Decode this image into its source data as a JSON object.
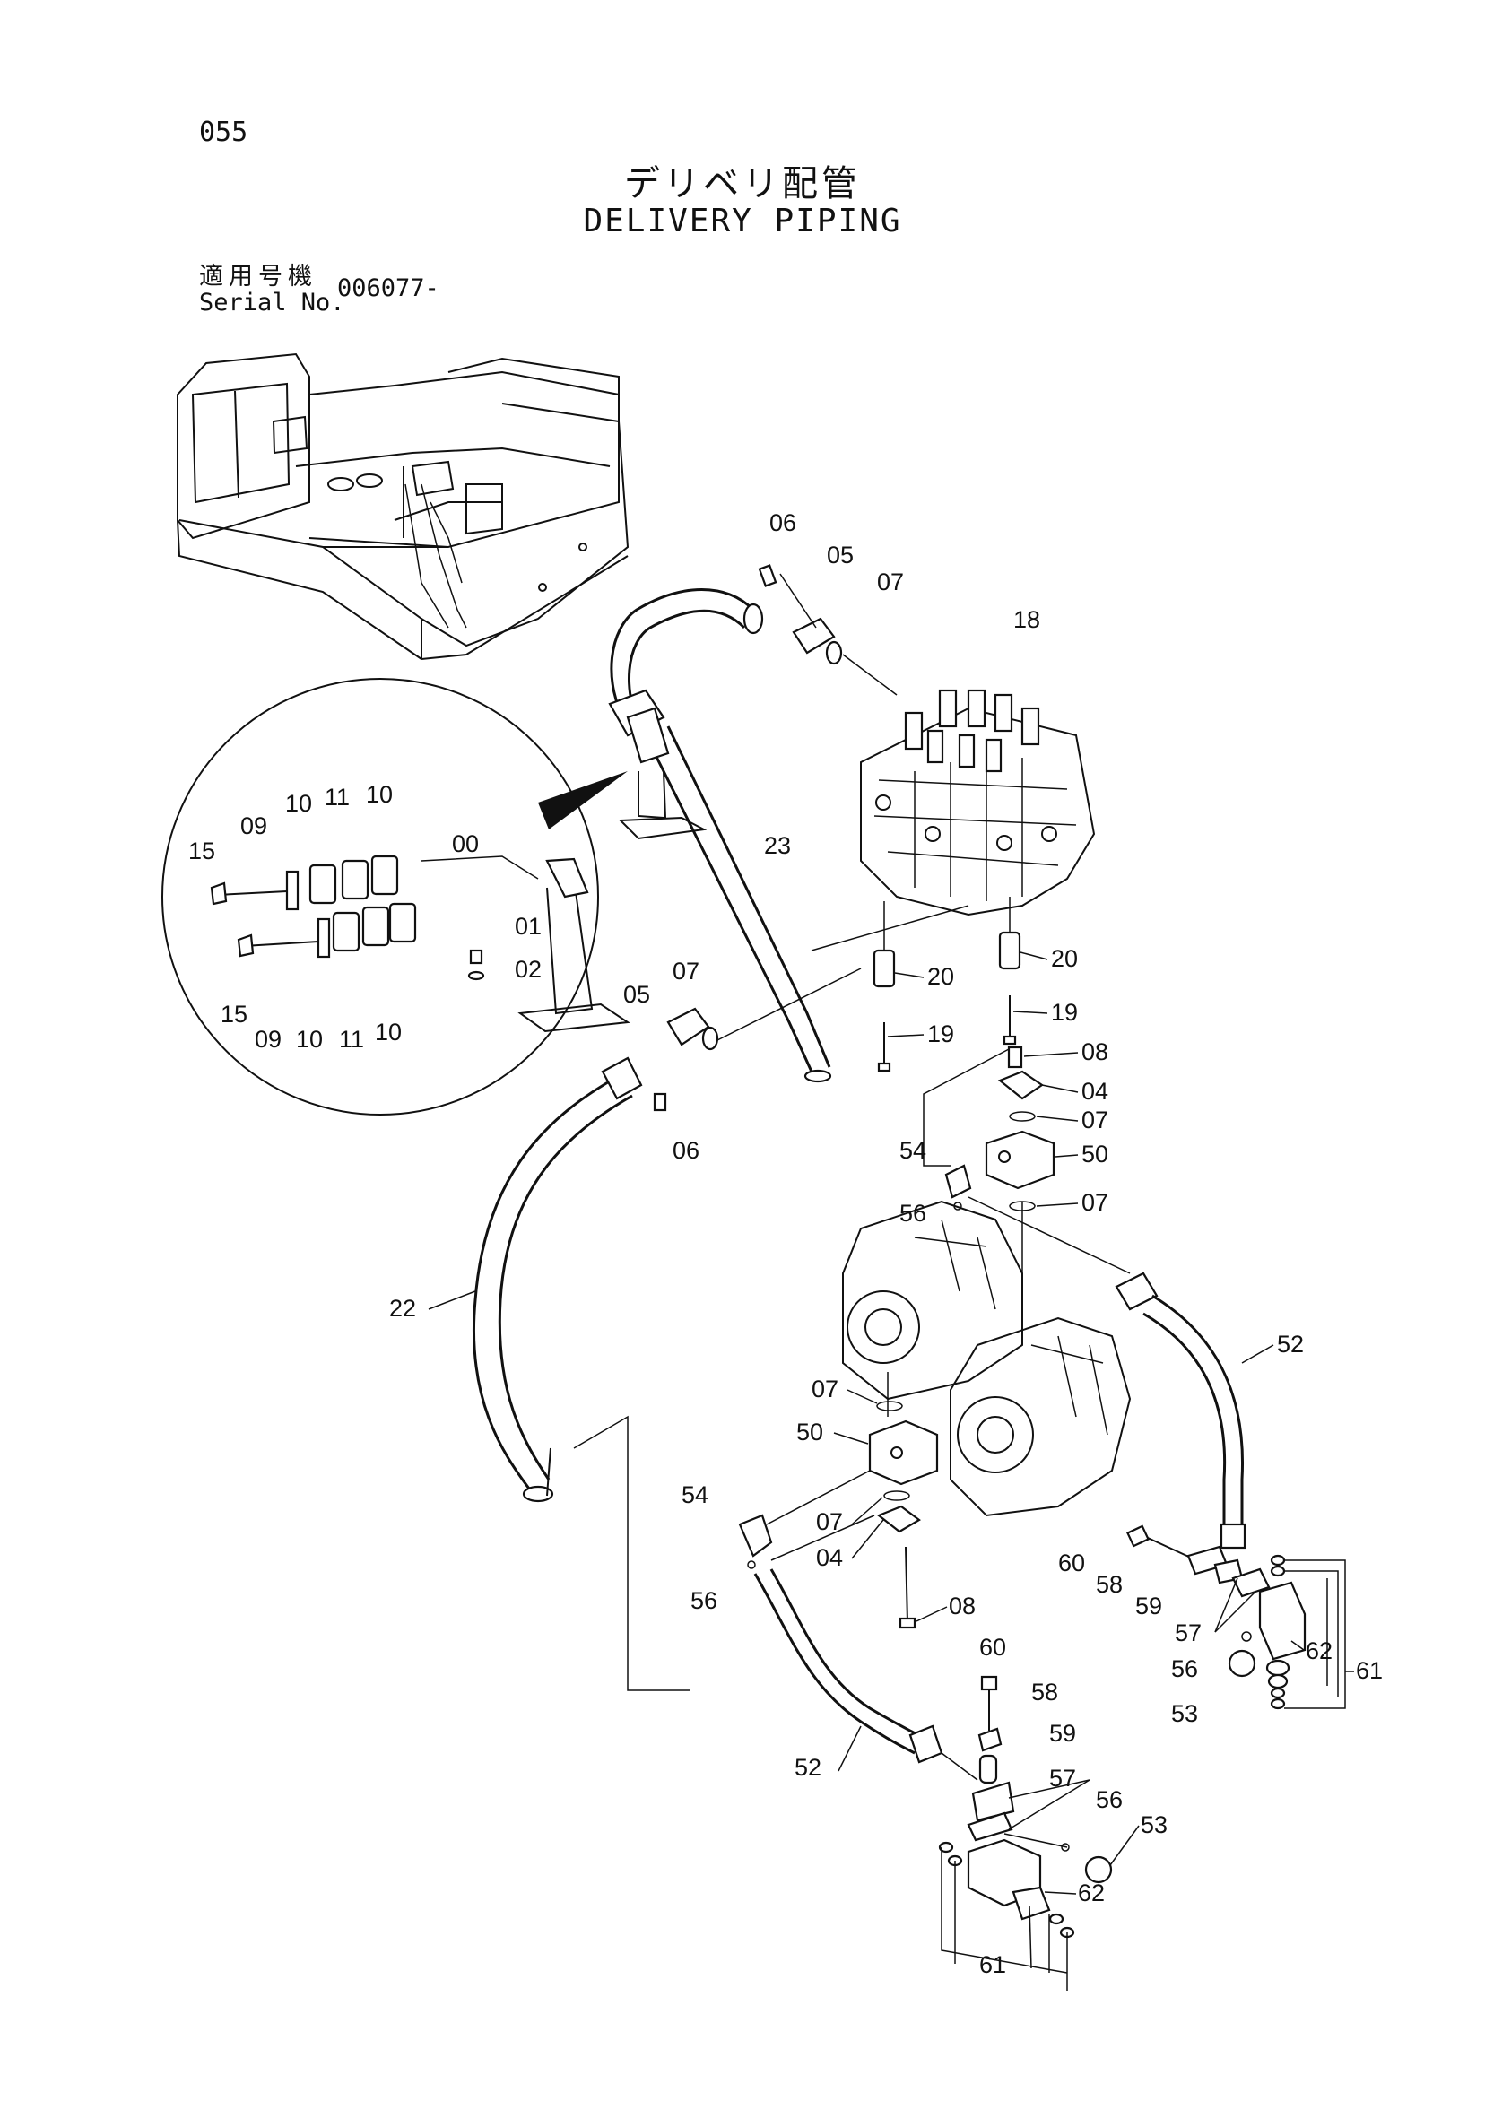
{
  "header": {
    "page_number": "055",
    "title_jp": "デリベリ配管",
    "title_en": "DELIVERY PIPING",
    "serial_label_jp": "適用号機",
    "serial_label_en": "Serial No.",
    "serial_value": "006077-"
  },
  "callouts": {
    "c06a": "06",
    "c05a": "05",
    "c07a": "07",
    "c18": "18",
    "c23": "23",
    "c20a": "20",
    "c20b": "20",
    "c19a": "19",
    "c19b": "19",
    "c05b": "05",
    "c07b": "07",
    "c06b": "06",
    "c08a": "08",
    "c04a": "04",
    "c07c": "07",
    "c50a": "50",
    "c54a": "54",
    "c56a": "56",
    "c07d": "07",
    "c22": "22",
    "c52a": "52",
    "c07e": "07",
    "c50b": "50",
    "c54b": "54",
    "c07f": "07",
    "c04b": "04",
    "c56b": "56",
    "c08b": "08",
    "c60a": "60",
    "c58a": "58",
    "c59a": "59",
    "c57a": "57",
    "c62a": "62",
    "c56c": "56",
    "c53a": "53",
    "c61a": "61",
    "c60b": "60",
    "c58b": "58",
    "c59b": "59",
    "c52b": "52",
    "c57b": "57",
    "c56d": "56",
    "c53b": "53",
    "c62b": "62",
    "c61b": "61",
    "d15a": "15",
    "d09a": "09",
    "d10a": "10",
    "d11a": "11",
    "d10b": "10",
    "d00": "00",
    "d01": "01",
    "d02": "02",
    "d15b": "15",
    "d09b": "09",
    "d10c": "10",
    "d11b": "11",
    "d10d": "10"
  }
}
